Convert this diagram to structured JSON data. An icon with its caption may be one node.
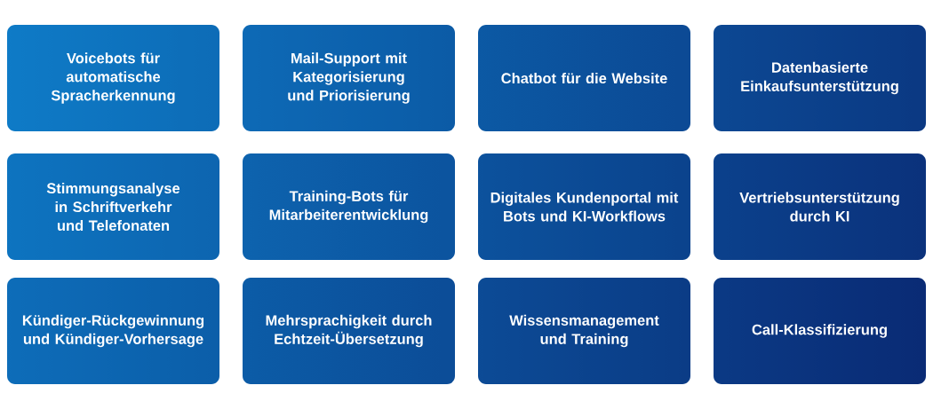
{
  "diagram": {
    "nodes": [
      {
        "text": [
          "Voicebots für automatische Spracherkennung"
        ]
      },
      {
        "text": [
          "Mail-Support mit Kategorisierung und Priorisierung"
        ]
      },
      {
        "text": [
          "Chatbot für die Website"
        ]
      },
      {
        "text": [
          "Datenbasierte Einkaufsunterstützung"
        ]
      },
      {
        "text": [
          "Stimmungsanalyse in Schriftverkehr und Telefonaten"
        ]
      },
      {
        "text": [
          "Training-Bots für Mitarbeiterentwicklung"
        ]
      },
      {
        "text": [
          "Digitales Kundenportal mit Bots und KI-Workflows"
        ]
      },
      {
        "text": [
          "Vertriebsunterstützung durch KI"
        ]
      },
      {
        "text": [
          "Kündiger-Rückgewinnung und Kündiger-Vorhersage"
        ]
      },
      {
        "text": [
          "Mehrsprachigkeit durch Echtzeit-Übersetzung"
        ]
      },
      {
        "text": [
          "Wissensmanagement und Training"
        ]
      },
      {
        "text": [
          "Call-Klassifizierung"
        ]
      }
    ]
  }
}
